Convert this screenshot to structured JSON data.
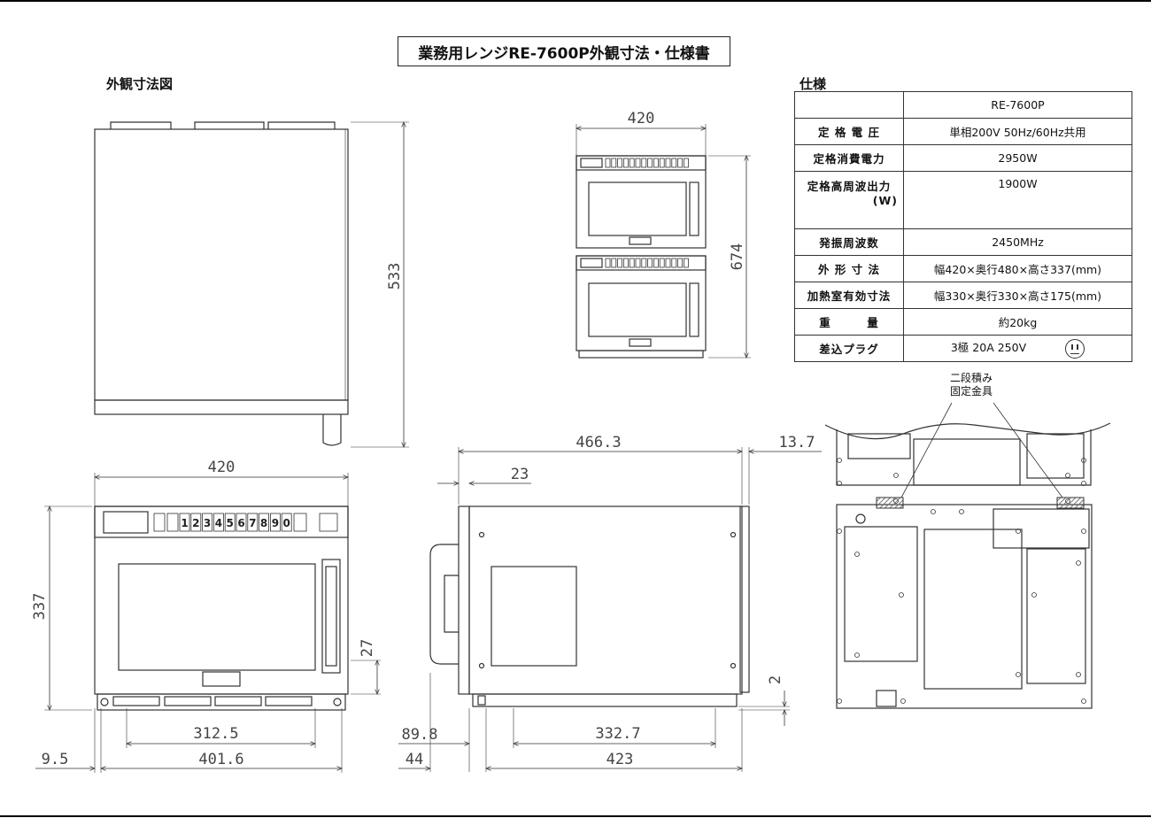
{
  "title": "業務用レンジRE-7600P外観寸法・仕様書",
  "section_exterior": "外観寸法図",
  "section_spec": "仕様",
  "spec": {
    "model": "RE-7600P",
    "rows": [
      {
        "label": "定 格 電 圧",
        "value": "単相200V 50Hz/60Hz共用"
      },
      {
        "label": "定格消費電力",
        "value": "2950W"
      },
      {
        "label": "定格高周波出力",
        "label2": "(W)",
        "value": "1900W"
      },
      {
        "label": "発振周波数",
        "value": "2450MHz"
      },
      {
        "label": "外 形 寸 法",
        "value": "幅420×奥行480×高さ337(mm)"
      },
      {
        "label": "加熱室有効寸法",
        "value": "幅330×奥行330×高さ175(mm)"
      },
      {
        "label": "重　　　量",
        "value": "約20kg"
      },
      {
        "label": "差込プラグ",
        "value": "3極 20A 250V"
      }
    ]
  },
  "bracket_note": [
    "二段積み",
    "固定金具"
  ],
  "keypad": [
    "1",
    "2",
    "3",
    "4",
    "5",
    "6",
    "7",
    "8",
    "9",
    "0"
  ],
  "dims": {
    "top_h": "533",
    "stack_w": "420",
    "stack_h": "674",
    "front_w": "420",
    "front_h": "337",
    "front_27": "27",
    "front_312": "312.5",
    "front_95": "9.5",
    "front_4016": "401.6",
    "side_4663": "466.3",
    "side_137": "13.7",
    "side_23": "23",
    "side_898": "89.8",
    "side_3327": "332.7",
    "side_44": "44",
    "side_423": "423",
    "side_2": "2"
  },
  "colors": {
    "line": "#333333",
    "hatch": "#8a8a8a"
  }
}
